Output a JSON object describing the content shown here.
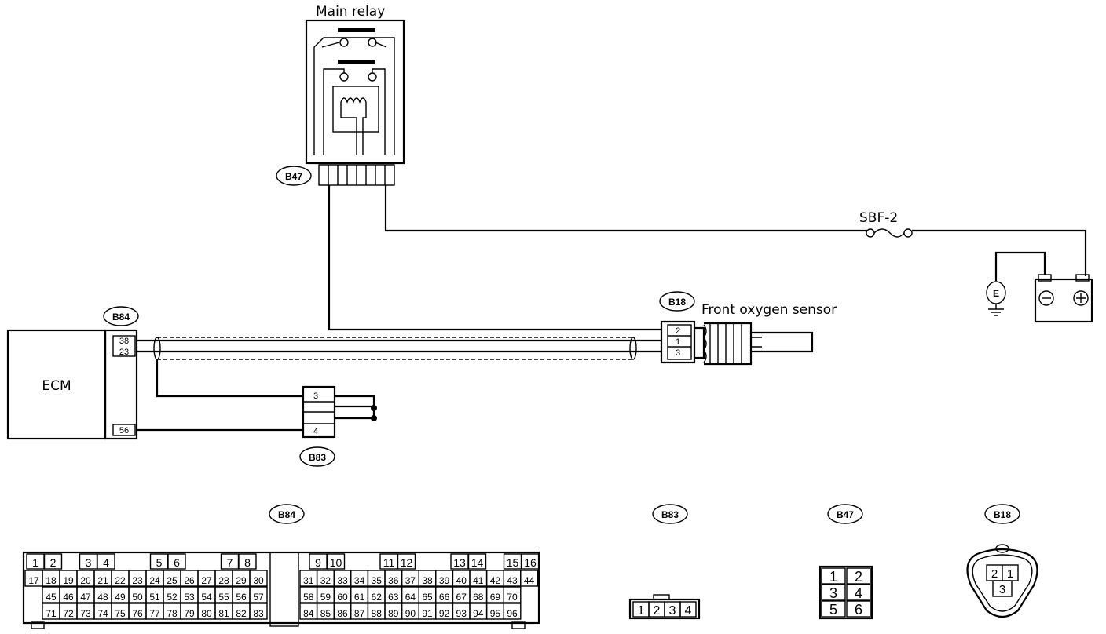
{
  "labels": {
    "main_relay": "Main relay",
    "fuse": "SBF-2",
    "front_o2": "Front oxygen sensor",
    "ecm": "ECM",
    "ground_symbol": "E",
    "battery_minus": "⊖",
    "battery_plus": "⊕"
  },
  "tags": {
    "b47": "B47",
    "b84": "B84",
    "b18": "B18",
    "b83": "B83"
  },
  "pins": {
    "ecm": [
      "38",
      "23",
      "56"
    ],
    "b83": [
      "3",
      "4"
    ],
    "b18": [
      "2",
      "1",
      "3"
    ]
  },
  "connector_views": {
    "b84": {
      "tag": "B84",
      "row1": [
        "1",
        "2",
        "3",
        "4",
        "5",
        "6",
        "7",
        "8",
        "9",
        "10",
        "11",
        "12",
        "13",
        "14",
        "15",
        "16"
      ],
      "row2": [
        "17",
        "18",
        "19",
        "20",
        "21",
        "22",
        "23",
        "24",
        "25",
        "26",
        "27",
        "28",
        "29",
        "30",
        "31",
        "32",
        "33",
        "34",
        "35",
        "36",
        "37",
        "38",
        "39",
        "40",
        "41",
        "42",
        "43",
        "44"
      ],
      "row3": [
        "45",
        "46",
        "47",
        "48",
        "49",
        "50",
        "51",
        "52",
        "53",
        "54",
        "55",
        "56",
        "57",
        "58",
        "59",
        "60",
        "61",
        "62",
        "63",
        "64",
        "65",
        "66",
        "67",
        "68",
        "69",
        "70"
      ],
      "row4": [
        "71",
        "72",
        "73",
        "74",
        "75",
        "76",
        "77",
        "78",
        "79",
        "80",
        "81",
        "82",
        "83",
        "84",
        "85",
        "86",
        "87",
        "88",
        "89",
        "90",
        "91",
        "92",
        "93",
        "94",
        "95",
        "96"
      ]
    },
    "b83": {
      "tag": "B83",
      "pins": [
        "1",
        "2",
        "3",
        "4"
      ]
    },
    "b47": {
      "tag": "B47",
      "pins": [
        "1",
        "2",
        "3",
        "4",
        "5",
        "6"
      ]
    },
    "b18": {
      "tag": "B18",
      "pins": [
        "2",
        "1",
        "3"
      ]
    }
  }
}
